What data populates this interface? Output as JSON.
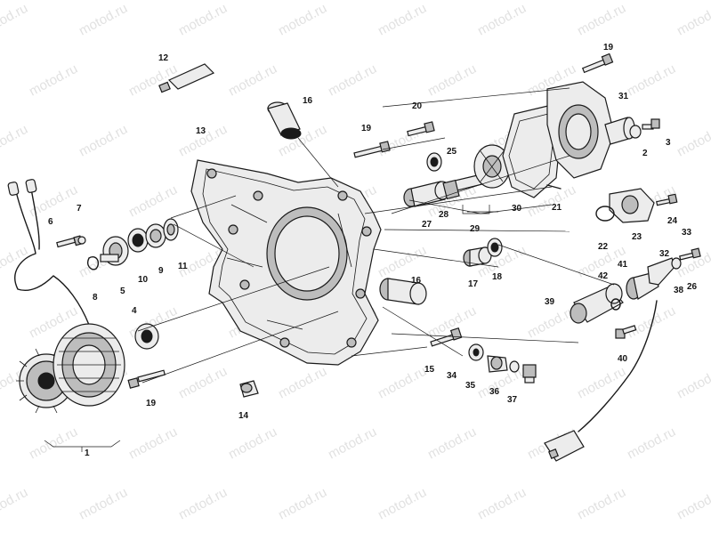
{
  "watermark": {
    "text": "motod.ru"
  },
  "callouts": [
    {
      "id": "c1",
      "text": "1"
    },
    {
      "id": "c2",
      "text": "2"
    },
    {
      "id": "c3",
      "text": "3"
    },
    {
      "id": "c4",
      "text": "4"
    },
    {
      "id": "c5",
      "text": "5"
    },
    {
      "id": "c6",
      "text": "6"
    },
    {
      "id": "c7",
      "text": "7"
    },
    {
      "id": "c8",
      "text": "8"
    },
    {
      "id": "c9",
      "text": "9"
    },
    {
      "id": "c10",
      "text": "10"
    },
    {
      "id": "c11",
      "text": "11"
    },
    {
      "id": "c12",
      "text": "12"
    },
    {
      "id": "c13",
      "text": "13"
    },
    {
      "id": "c14",
      "text": "14"
    },
    {
      "id": "c15",
      "text": "15"
    },
    {
      "id": "c16a",
      "text": "16"
    },
    {
      "id": "c16b",
      "text": "16"
    },
    {
      "id": "c17",
      "text": "17"
    },
    {
      "id": "c18",
      "text": "18"
    },
    {
      "id": "c19a",
      "text": "19"
    },
    {
      "id": "c19b",
      "text": "19"
    },
    {
      "id": "c19c",
      "text": "19"
    },
    {
      "id": "c20",
      "text": "20"
    },
    {
      "id": "c21",
      "text": "21"
    },
    {
      "id": "c22",
      "text": "22"
    },
    {
      "id": "c23",
      "text": "23"
    },
    {
      "id": "c24",
      "text": "24"
    },
    {
      "id": "c25",
      "text": "25"
    },
    {
      "id": "c26",
      "text": "26"
    },
    {
      "id": "c27",
      "text": "27"
    },
    {
      "id": "c28",
      "text": "28"
    },
    {
      "id": "c29",
      "text": "29"
    },
    {
      "id": "c30",
      "text": "30"
    },
    {
      "id": "c31",
      "text": "31"
    },
    {
      "id": "c32",
      "text": "32"
    },
    {
      "id": "c33",
      "text": "33"
    },
    {
      "id": "c34",
      "text": "34"
    },
    {
      "id": "c35",
      "text": "35"
    },
    {
      "id": "c36",
      "text": "36"
    },
    {
      "id": "c37",
      "text": "37"
    },
    {
      "id": "c38",
      "text": "38"
    },
    {
      "id": "c39",
      "text": "39"
    },
    {
      "id": "c40",
      "text": "40"
    },
    {
      "id": "c41",
      "text": "41"
    },
    {
      "id": "c42",
      "text": "42"
    }
  ]
}
